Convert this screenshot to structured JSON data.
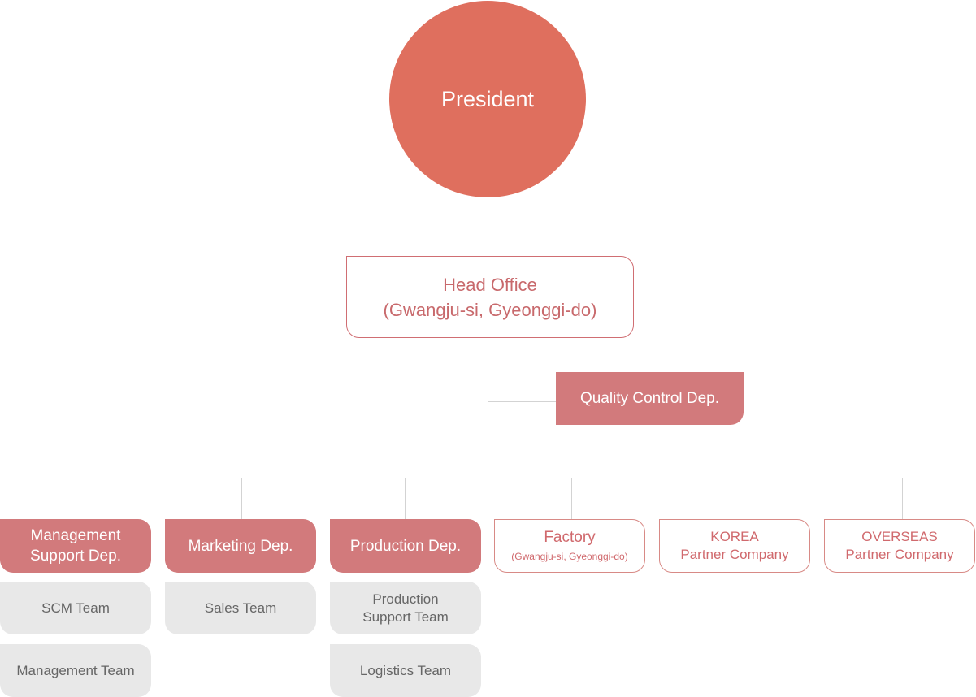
{
  "president": {
    "label": "President"
  },
  "head_office": {
    "name": "Head Office",
    "location": "(Gwangju-si, Gyeonggi-do)"
  },
  "quality_control": {
    "label": "Quality Control Dep."
  },
  "departments": [
    {
      "label_line1": "Management",
      "label_line2": "Support Dep."
    },
    {
      "label": "Marketing Dep."
    },
    {
      "label": "Production Dep."
    },
    {
      "name": "Factory",
      "location": "(Gwangju-si, Gyeonggi-do)"
    },
    {
      "label_line1": "KOREA",
      "label_line2": "Partner Company"
    },
    {
      "label_line1": "OVERSEAS",
      "label_line2": "Partner Company"
    }
  ],
  "teams": {
    "management_support": [
      "SCM Team",
      "Management Team"
    ],
    "marketing": [
      "Sales Team"
    ],
    "production": [
      {
        "line1": "Production",
        "line2": "Support Team"
      },
      "Logistics Team"
    ]
  },
  "colors": {
    "president": "#df6f5e",
    "dept_filled": "#d27a7c",
    "outline_text": "#c8696c",
    "team_bg": "#e8e8e8",
    "team_text": "#666666",
    "connector": "#d3d3d3"
  }
}
